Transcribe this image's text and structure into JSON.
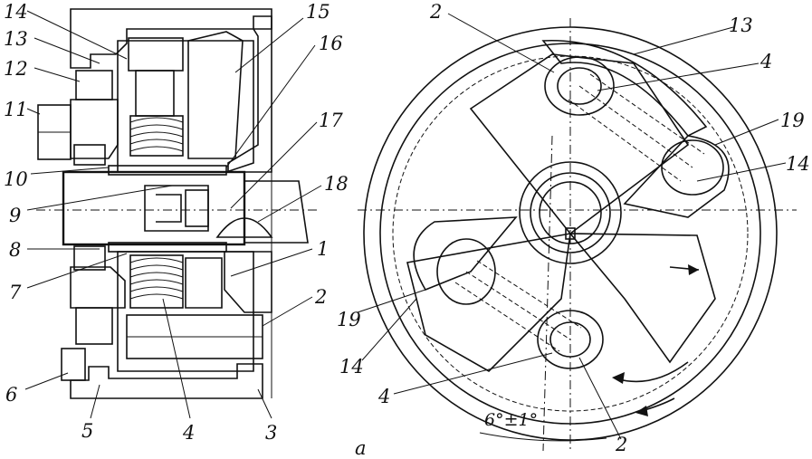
{
  "labels": {
    "left": [
      "14",
      "13",
      "12",
      "11",
      "10",
      "9",
      "8",
      "7",
      "6",
      "5",
      "4",
      "3",
      "2",
      "1",
      "18",
      "17",
      "16",
      "15"
    ],
    "right": [
      "2",
      "13",
      "4",
      "19",
      "14",
      "19",
      "14",
      "4",
      "2"
    ]
  },
  "angle_label": "6°±1°",
  "caption": "a"
}
